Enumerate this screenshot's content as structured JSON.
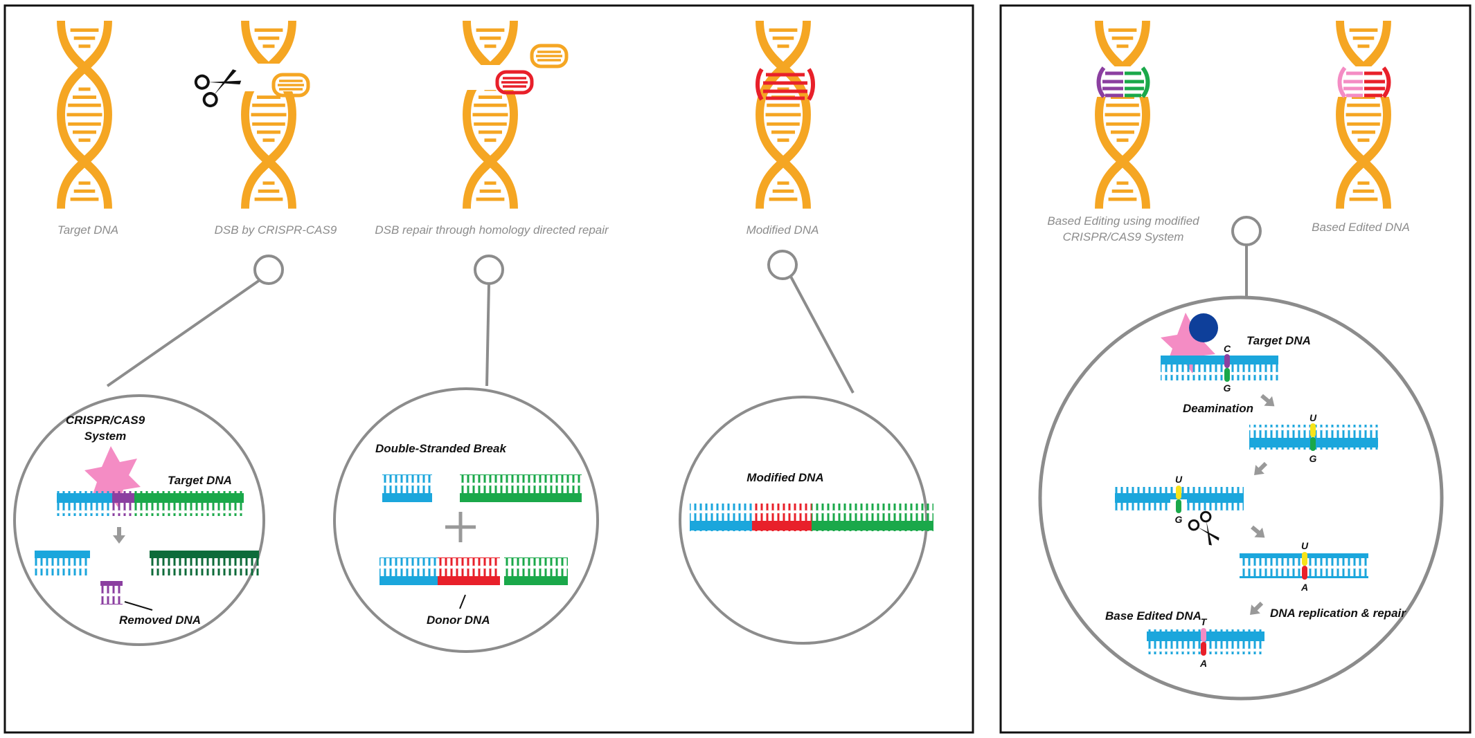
{
  "panels": {
    "left": {
      "captions": {
        "target": "Target DNA",
        "dsb": "DSB by CRISPR-CAS9",
        "repair": "DSB repair through homology directed repair",
        "modified": "Modified DNA"
      },
      "zoom1": {
        "system_line1": "CRISPR/CAS9",
        "system_line2": "System",
        "target": "Target DNA",
        "removed": "Removed DNA"
      },
      "zoom2": {
        "break": "Double-Stranded Break",
        "donor": "Donor DNA"
      },
      "zoom3": {
        "modified": "Modified DNA"
      }
    },
    "right": {
      "captions": {
        "base_editing_line1": "Based Editing using modified",
        "base_editing_line2": "CRISPR/CAS9 System",
        "edited": "Based Edited DNA"
      },
      "zoom": {
        "target": "Target DNA",
        "deamination": "Deamination",
        "replication": "DNA replication & repair",
        "base_edited": "Base Edited DNA",
        "bases": {
          "c": "C",
          "g1": "G",
          "u1": "U",
          "g2": "G",
          "u2": "U",
          "g3": "G",
          "u3": "U",
          "a1": "A",
          "t": "T",
          "a2": "A"
        }
      }
    }
  },
  "colors": {
    "helix": "#f5a623",
    "blue": "#1ba6dc",
    "green": "#1aa84a",
    "dark_green": "#0d6b3a",
    "red": "#e8202a",
    "purple": "#8b3fa0",
    "pink": "#f48cc4",
    "navy": "#0e3f9a",
    "yellow": "#f7e31a",
    "gray": "#999999"
  },
  "icons": [
    "scissors-icon",
    "arrow-down-icon",
    "arrow-diagonal-icon",
    "plus-icon"
  ]
}
